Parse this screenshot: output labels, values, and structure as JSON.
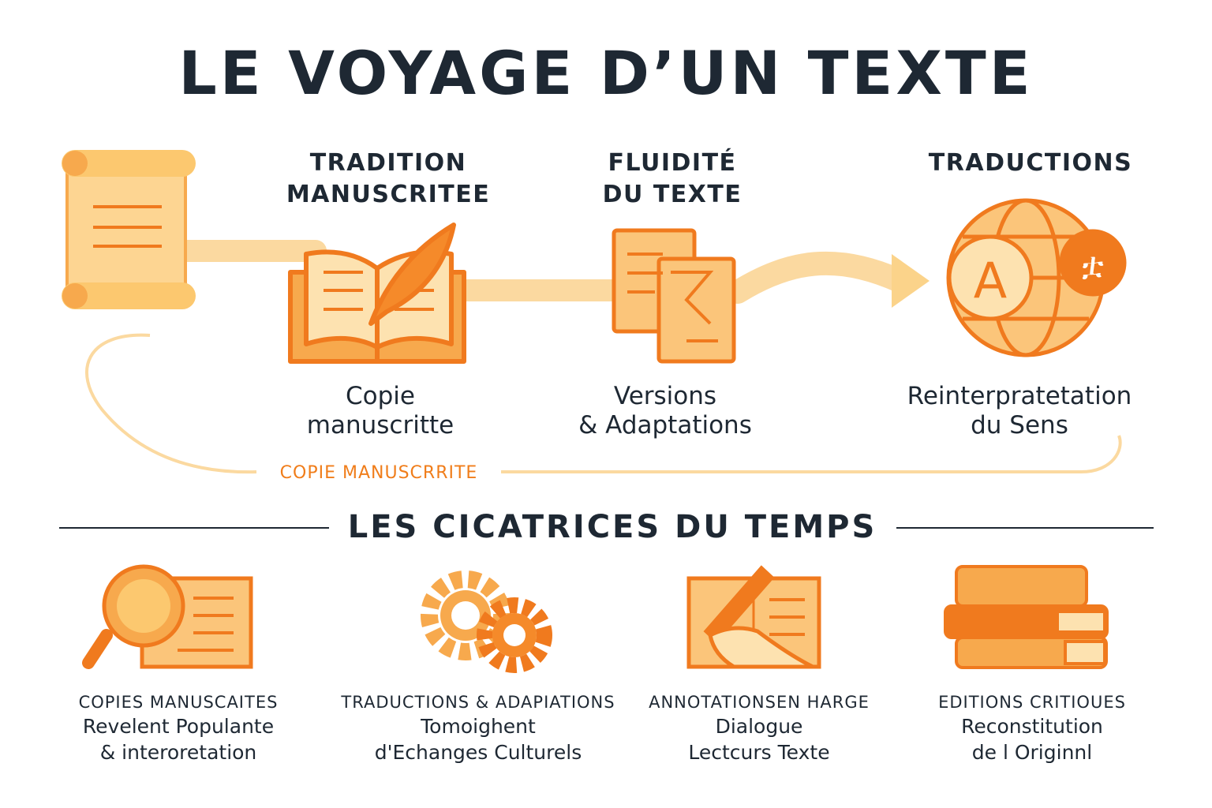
{
  "title": "LE VOYAGE D’UN TEXTE",
  "colors": {
    "accent": "#f07a1e",
    "light": "#fdd592",
    "path": "#fbd38a",
    "text": "#1e2833"
  },
  "stages": [
    {
      "icon": "scroll-icon"
    },
    {
      "icon": "book-quill-icon",
      "heading": [
        "TRADITION",
        "MANUSCRITEE"
      ],
      "sub": [
        "Copie",
        "manuscritte"
      ]
    },
    {
      "icon": "documents-icon",
      "heading": [
        "FLUIDITÉ",
        "DU TEXTE"
      ],
      "sub": [
        "Versions",
        "& Adaptations"
      ]
    },
    {
      "icon": "globe-translation-icon",
      "heading": [
        "TRADUCTIONS"
      ],
      "sub": [
        "Reinterpratetation",
        "du Sens"
      ]
    }
  ],
  "globe_letters": {
    "latin": "A",
    "other": "ቷ"
  },
  "loop_label": "COPIE MANUSCRRITE",
  "section_title": "LES CICATRICES DU TEMPS",
  "cards": [
    {
      "icon": "magnifier-document-icon",
      "title": "COPIES MANUSCAITES",
      "lines": [
        "Revelent Populante",
        "& interoretation"
      ]
    },
    {
      "icon": "gears-icon",
      "title": "TRADUCTIONS & ADAPIATIONS",
      "lines": [
        "Tomoighent",
        "d'Echanges Culturels"
      ]
    },
    {
      "icon": "hand-writing-icon",
      "title": "ANNOTATIONSEN HARGE",
      "lines": [
        "Dialogue",
        "Lectcurs  Texte"
      ]
    },
    {
      "icon": "book-stack-icon",
      "title": "EDITIONS CRITIOUES",
      "lines": [
        "Reconstitution",
        "de l Originnl"
      ]
    }
  ]
}
